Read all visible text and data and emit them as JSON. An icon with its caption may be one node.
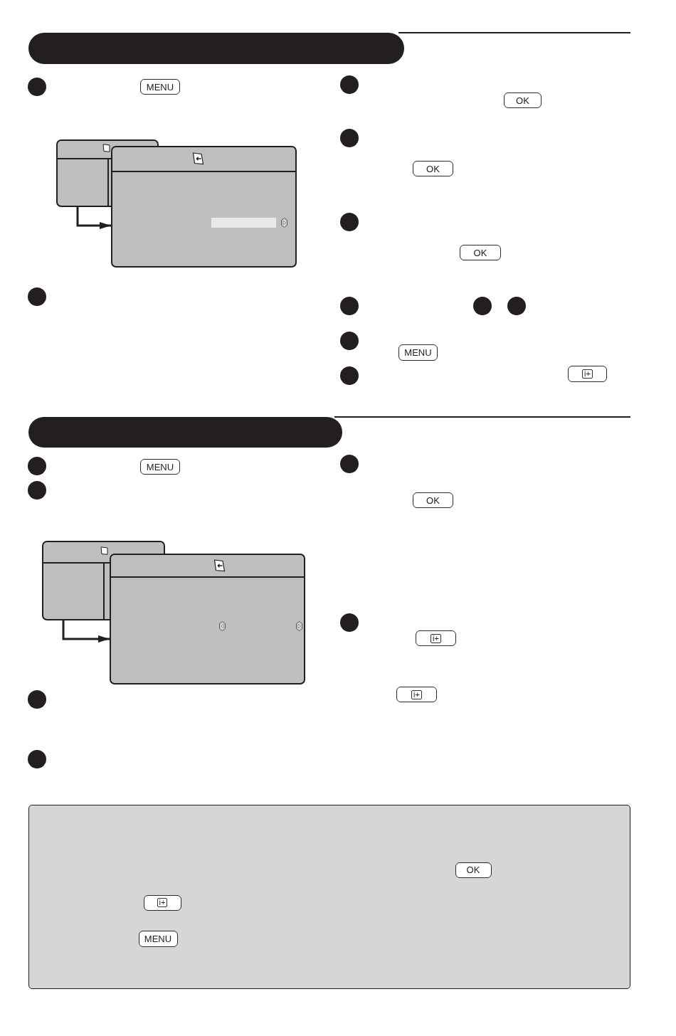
{
  "diagram": {
    "nodes": [
      {
        "text": [
          "MENU"
        ]
      },
      {
        "text": [],
        "shape": "box"
      },
      {
        "text": [],
        "shape": "box"
      },
      {
        "text": [
          "OK"
        ]
      },
      {
        "text": [
          "OK"
        ]
      },
      {
        "text": [
          "OK"
        ]
      },
      {
        "text": [
          "MENU"
        ]
      },
      {
        "text": [
          "i+"
        ]
      },
      {
        "text": [
          "MENU"
        ]
      },
      {
        "text": [],
        "shape": "box"
      },
      {
        "text": [],
        "shape": "box"
      },
      {
        "text": [
          "OK"
        ]
      },
      {
        "text": [
          "i+"
        ]
      },
      {
        "text": [
          "i+"
        ]
      },
      {
        "text": [],
        "shape": "box"
      },
      {
        "text": [
          "OK"
        ],
        "in": 14
      },
      {
        "text": [
          "i+"
        ],
        "in": 14
      },
      {
        "text": [
          "MENU"
        ],
        "in": 14
      }
    ],
    "edges": [
      {
        "from": 1,
        "to": 2,
        "arrow": "to"
      },
      {
        "from": 9,
        "to": 10,
        "arrow": "to"
      }
    ]
  }
}
